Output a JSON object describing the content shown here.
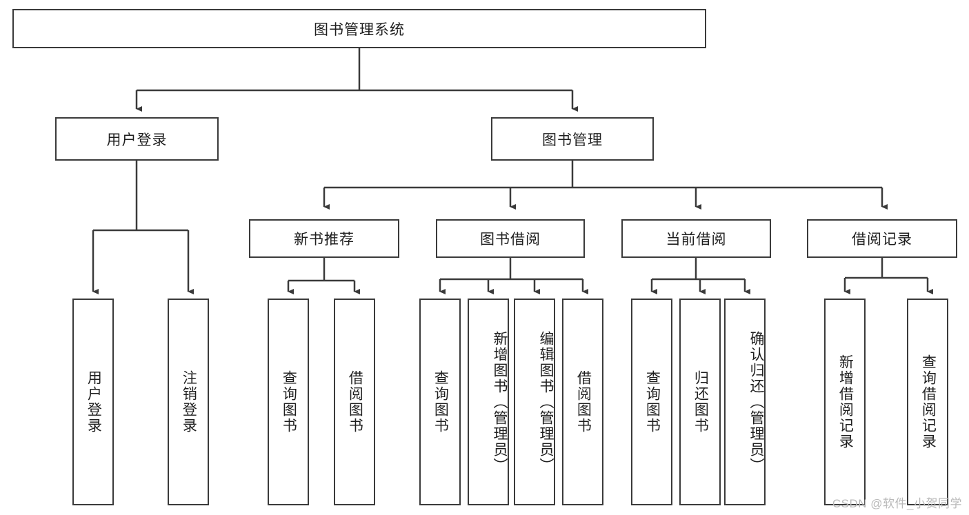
{
  "diagram": {
    "title": "图书管理系统",
    "root": {
      "label": "图书管理系统"
    },
    "level1": [
      {
        "label": "用户登录"
      },
      {
        "label": "图书管理"
      }
    ],
    "level2": [
      {
        "label": "新书推荐"
      },
      {
        "label": "图书借阅"
      },
      {
        "label": "当前借阅"
      },
      {
        "label": "借阅记录"
      }
    ],
    "leaves": {
      "user_login": [
        {
          "label": "用户登录"
        },
        {
          "label": "注销登录"
        }
      ],
      "new_book_recommend": [
        {
          "label": "查询图书"
        },
        {
          "label": "借阅图书"
        }
      ],
      "book_borrow": [
        {
          "label": "查询图书"
        },
        {
          "label": "新增图书（管理员）"
        },
        {
          "label": "编辑图书（管理员）"
        },
        {
          "label": "借阅图书"
        }
      ],
      "current_borrow": [
        {
          "label": "查询图书"
        },
        {
          "label": "归还图书"
        },
        {
          "label": "确认归还（管理员）"
        }
      ],
      "borrow_record": [
        {
          "label": "新增借阅记录"
        },
        {
          "label": "查询借阅记录"
        }
      ]
    }
  },
  "watermark": {
    "text": "CSDN @软件_小贺同学"
  },
  "colors": {
    "stroke": "#3a3a3a",
    "background": "#ffffff",
    "text": "#1f1f1f",
    "watermark": "#b9b9b9"
  }
}
